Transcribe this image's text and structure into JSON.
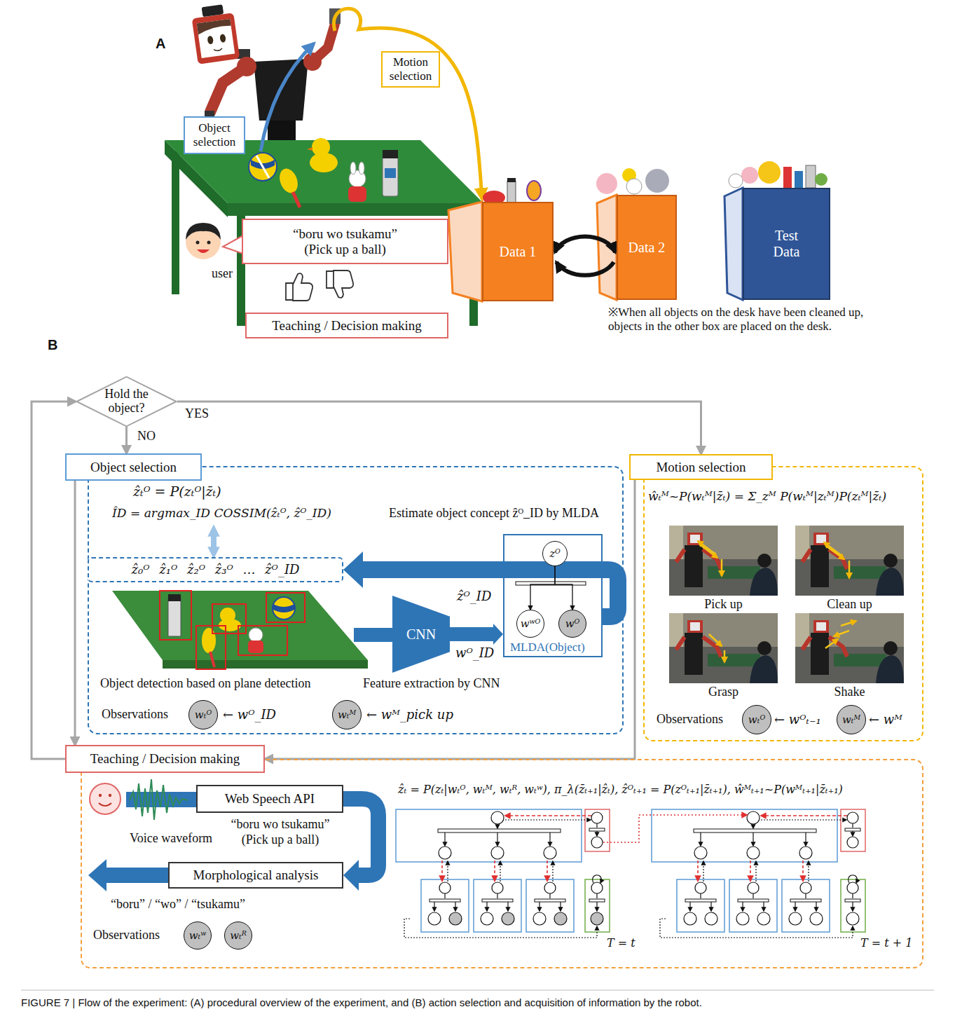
{
  "diagram": {
    "caption": "FIGURE 7 | Flow of the experiment: (A) procedural overview of the experiment, and (B) action selection and acquisition of information by the robot.",
    "nodes": [
      {
        "text": [
          "Object selection"
        ]
      },
      {
        "text": [
          "Motion selection"
        ]
      },
      {
        "text": [
          "“boru wo tsukamu” (Pick up a ball)"
        ]
      },
      {
        "text": [
          "Teaching / Decision making"
        ]
      },
      {
        "text": [
          "Data 1"
        ]
      },
      {
        "text": [
          "Data 2"
        ]
      },
      {
        "text": [
          "Test Data"
        ]
      },
      {
        "text": [
          "Hold the object?"
        ]
      },
      {
        "text": [
          "Object selection"
        ]
      },
      {
        "text": [
          "ẑ₀ᴼ ẑ₁ᴼ ẑ₂ᴼ ẑ₃ᴼ … ẑᴼ_ID"
        ],
        "in": 8
      },
      {
        "text": [
          "CNN"
        ],
        "in": 8
      },
      {
        "text": [
          "MLDA(Object)"
        ],
        "in": 8
      },
      {
        "text": [
          "zᴼ"
        ],
        "in": 11
      },
      {
        "text": [
          "wʷᴼ"
        ],
        "in": 11
      },
      {
        "text": [
          "wᴼ"
        ],
        "in": 11
      },
      {
        "text": [
          "wₜᴼ"
        ],
        "in": 8
      },
      {
        "text": [
          "wₜᴹ"
        ],
        "in": 8
      },
      {
        "text": [
          "Motion selection"
        ]
      },
      {
        "text": [
          "wₜᴼ"
        ],
        "in": 17
      },
      {
        "text": [
          "wₜᴹ"
        ],
        "in": 17
      },
      {
        "text": [
          "Teaching / Decision making"
        ]
      },
      {
        "text": [
          "Web Speech API"
        ],
        "in": 20
      },
      {
        "text": [
          "Morphological analysis"
        ],
        "in": 20
      },
      {
        "text": [
          "wₜʷ"
        ],
        "in": 20
      },
      {
        "text": [
          "wₜᴿ"
        ],
        "in": 20
      }
    ],
    "edges": [
      {
        "from": 4,
        "to": 5,
        "arrow": "both"
      },
      {
        "from": 7,
        "to": 17,
        "label": "YES",
        "arrow": "to"
      },
      {
        "from": 7,
        "to": 8,
        "label": "NO",
        "arrow": "to"
      },
      {
        "from": 8,
        "to": 20,
        "arrow": "to"
      },
      {
        "from": 17,
        "to": 20,
        "arrow": "to"
      },
      {
        "from": 20,
        "to": 7,
        "arrow": "to"
      },
      {
        "from": 10,
        "to": 11,
        "label": "wᴼ_ID",
        "arrow": "to"
      },
      {
        "from": 11,
        "to": 9,
        "label": "ẑᴼ_ID",
        "arrow": "to"
      },
      {
        "from": 12,
        "to": 13,
        "arrow": "to"
      },
      {
        "from": 12,
        "to": 14,
        "arrow": "to"
      },
      {
        "from": 21,
        "to": 22,
        "arrow": "to"
      }
    ],
    "labels": [
      "A",
      "user",
      "※When all objects on the desk have been cleaned up, objects in the other box are placed on the desk.",
      "B",
      "ẑₜᴼ = P(zₜᴼ|z̄ₜ)",
      "ÎD = argmax_ID COSSIM(ẑₜᴼ, ẑᴼ_ID)",
      "Estimate object concept ẑᴼ_ID by MLDA",
      "Object detection based on plane detection",
      "Feature extraction by CNN",
      "Observations",
      "← wᴼ_ID",
      "← wᴹ_pick up",
      "ŵₜᴹ~P(wₜᴹ|z̄ₜ) = Σ_zᴹ P(wₜᴹ|zₜᴹ)P(zₜᴹ|z̄ₜ)",
      "Pick up",
      "Clean up",
      "Grasp",
      "Shake",
      "Observations",
      "← wᴼₜ₋₁",
      "← wᴹ",
      "Voice waveform",
      "“boru wo tsukamu” (Pick up a ball)",
      "“boru” / “wo” / “tsukamu”",
      "Observations",
      "ẑₜ = P(zₜ|wₜᴼ, wₜᴹ, wₜᴿ, wₜʷ), π_λ(z̄ₜ₊₁|ẑₜ), ẑᴼₜ₊₁ = P(zᴼₜ₊₁|z̄ₜ₊₁), ŵᴹₜ₊₁~P(wᴹₜ₊₁|z̄ₜ₊₁)",
      "T = t",
      "T = t + 1"
    ]
  }
}
